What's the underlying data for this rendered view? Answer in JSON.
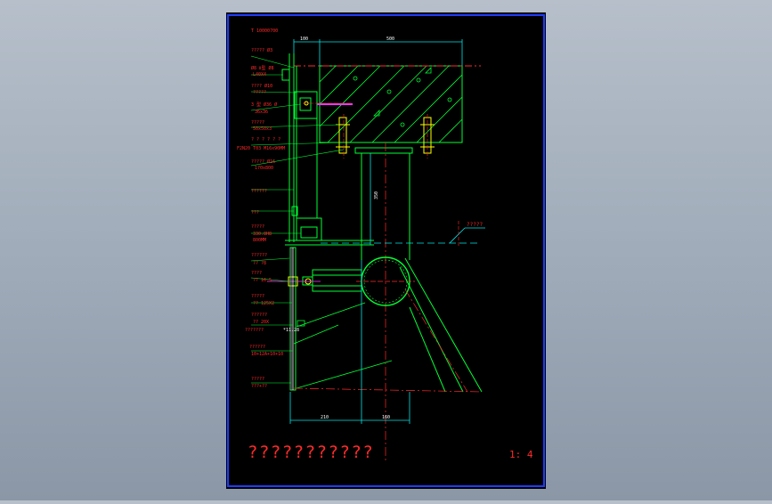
{
  "colors": {
    "background": "#a9b3c0",
    "sheet": "#000000",
    "border": "#1e3cff",
    "red": "#ff2a2a",
    "green": "#00ff33",
    "cyan": "#00e5e5",
    "yellow": "#ffff00",
    "magenta": "#ff33ff",
    "white": "#ffffff"
  },
  "drawing": {
    "title": "???????????",
    "scale": "1: 4",
    "dimensions": {
      "top_left": "100",
      "top_right": "500",
      "vertical": "350",
      "bottom_left": "210",
      "bottom_right": "160"
    },
    "side_label": "?????",
    "callouts": [
      {
        "text": "T 10000700"
      },
      {
        "text": "????? Ø3"
      },
      {
        "text": "Ø8 Ⅱ型 Ø8"
      },
      {
        "text": "L40X4"
      },
      {
        "text": "????  Ø10"
      },
      {
        "text": "?????"
      },
      {
        "text": "3 型 Ø36  Ø"
      },
      {
        "text": "36x36"
      },
      {
        "text": "?????"
      },
      {
        "text": "50x50x3"
      },
      {
        "text": "? ? ? ? ? ?"
      },
      {
        "text": "F2N20 T03  M16x90MM"
      },
      {
        "text": "????? Ø16"
      },
      {
        "text": "170x800"
      },
      {
        "text": "??????"
      },
      {
        "text": "???"
      },
      {
        "text": "?????"
      },
      {
        "text": "330.8H8"
      },
      {
        "text": "800MM"
      },
      {
        "text": "??????"
      },
      {
        "text": "?? ?8"
      },
      {
        "text": "????"
      },
      {
        "text": "??  16.5"
      },
      {
        "text": "?????"
      },
      {
        "text": "?? 125X2"
      },
      {
        "text": "??????"
      },
      {
        "text": "?? 20X"
      },
      {
        "text": "???????"
      },
      {
        "text": "*11.28"
      },
      {
        "text": "??????"
      },
      {
        "text": "10+12A+10+10"
      },
      {
        "text": "?????"
      },
      {
        "text": "???+??"
      }
    ]
  }
}
